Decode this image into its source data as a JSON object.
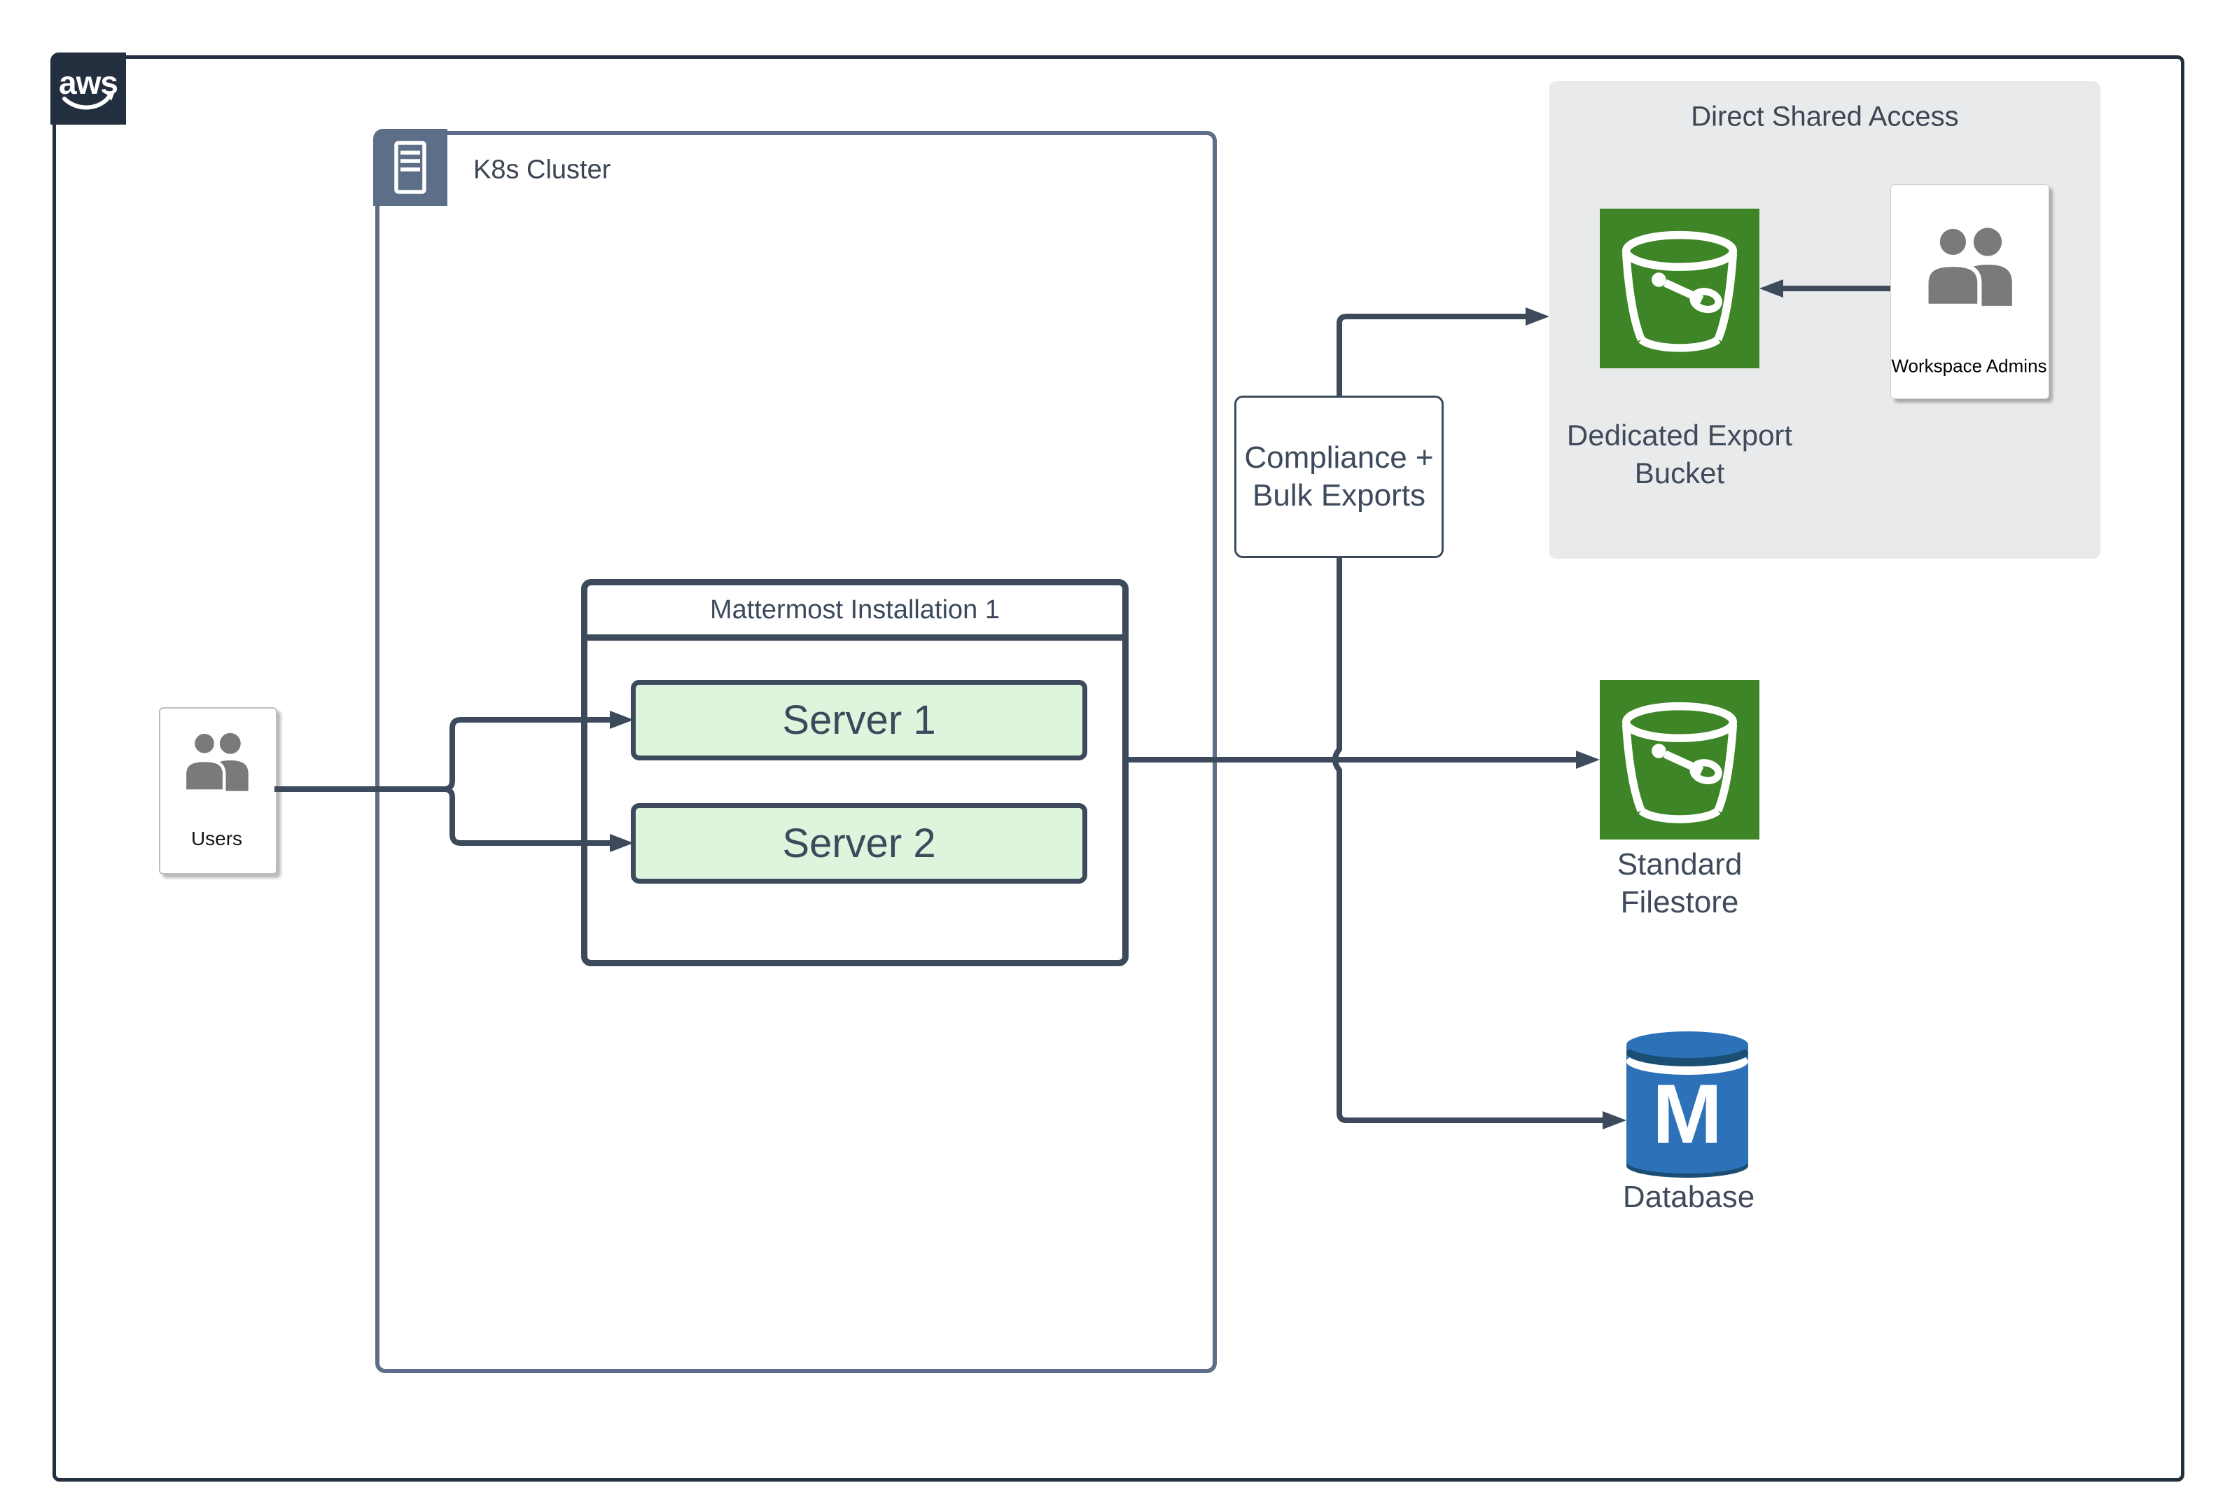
{
  "logo": {
    "text": "aws"
  },
  "k8s": {
    "label": "K8s Cluster"
  },
  "users": {
    "label": "Users"
  },
  "mattermost": {
    "title": "Mattermost Installation 1",
    "servers": [
      {
        "label": "Server 1"
      },
      {
        "label": "Server 2"
      }
    ]
  },
  "compliance": {
    "line1": "Compliance +",
    "line2": "Bulk Exports"
  },
  "dsa": {
    "title": "Direct Shared Access",
    "bucket_label": [
      "Dedicated Export",
      "Bucket"
    ],
    "admins_label": "Workspace Admins"
  },
  "filestore": {
    "label": [
      "Standard",
      "Filestore"
    ]
  },
  "database": {
    "label": "Database",
    "letter": "M"
  },
  "colors": {
    "line_dark": "#3C4A5B",
    "k8s_slate": "#5C6E88",
    "aws_navy": "#232F3E",
    "bucket_green": "#3E8527",
    "server_fill": "#DEF5DD",
    "panel_gray": "#E9EAEC",
    "db_blue": "#2D72B8",
    "db_dark": "#1A4E73",
    "person_gray": "#7A7A7A"
  }
}
